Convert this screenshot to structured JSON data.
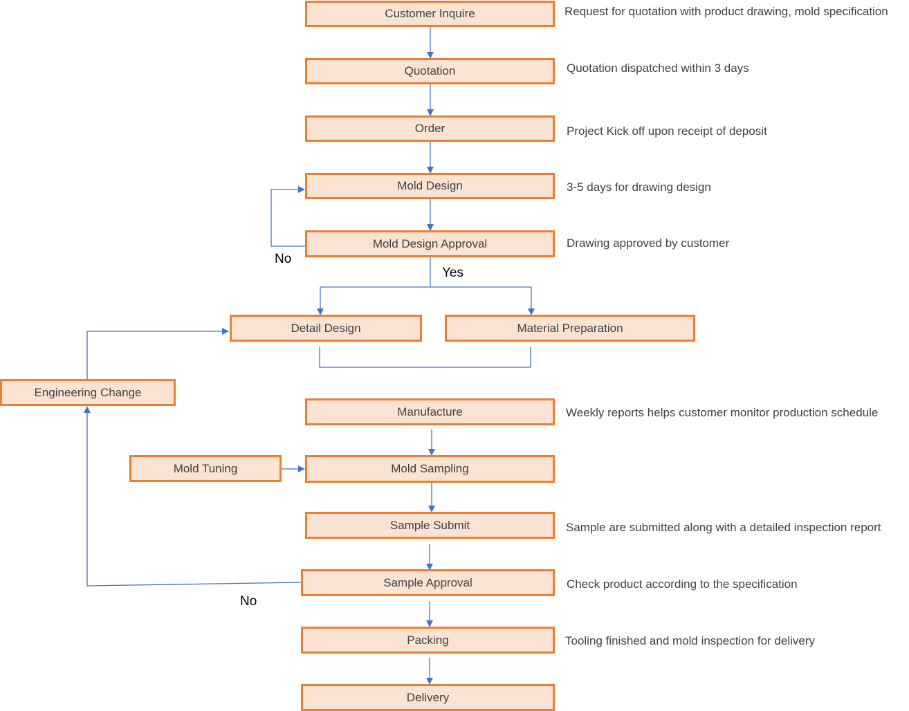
{
  "steps": {
    "customer_inquire": "Customer Inquire",
    "quotation": "Quotation",
    "order": "Order",
    "mold_design": "Mold Design",
    "mold_design_approval": "Mold Design Approval",
    "detail_design": "Detail Design",
    "material_preparation": "Material Preparation",
    "engineering_change": "Engineering Change",
    "manufacture": "Manufacture",
    "mold_tuning": "Mold Tuning",
    "mold_sampling": "Mold Sampling",
    "sample_submit": "Sample Submit",
    "sample_approval": "Sample Approval",
    "packing": "Packing",
    "delivery": "Delivery"
  },
  "notes": {
    "customer_inquire": "Request for quotation with product drawing, mold specification",
    "quotation": "Quotation dispatched within 3 days",
    "order": "Project Kick off upon receipt of deposit",
    "mold_design": "3-5 days for drawing design",
    "mold_design_approval": "Drawing approved by customer",
    "manufacture": "Weekly reports helps customer monitor production schedule",
    "sample_submit": "Sample are submitted along with a detailed inspection report",
    "sample_approval": "Check product according to the specification",
    "packing": "Tooling finished and mold inspection for delivery"
  },
  "edge_labels": {
    "design_no": "No",
    "design_yes": "Yes",
    "sample_no": "No"
  },
  "colors": {
    "box_fill": "#fbe3d4",
    "box_border": "#ed7d31",
    "connector": "#4472c4",
    "text": "#404040"
  }
}
